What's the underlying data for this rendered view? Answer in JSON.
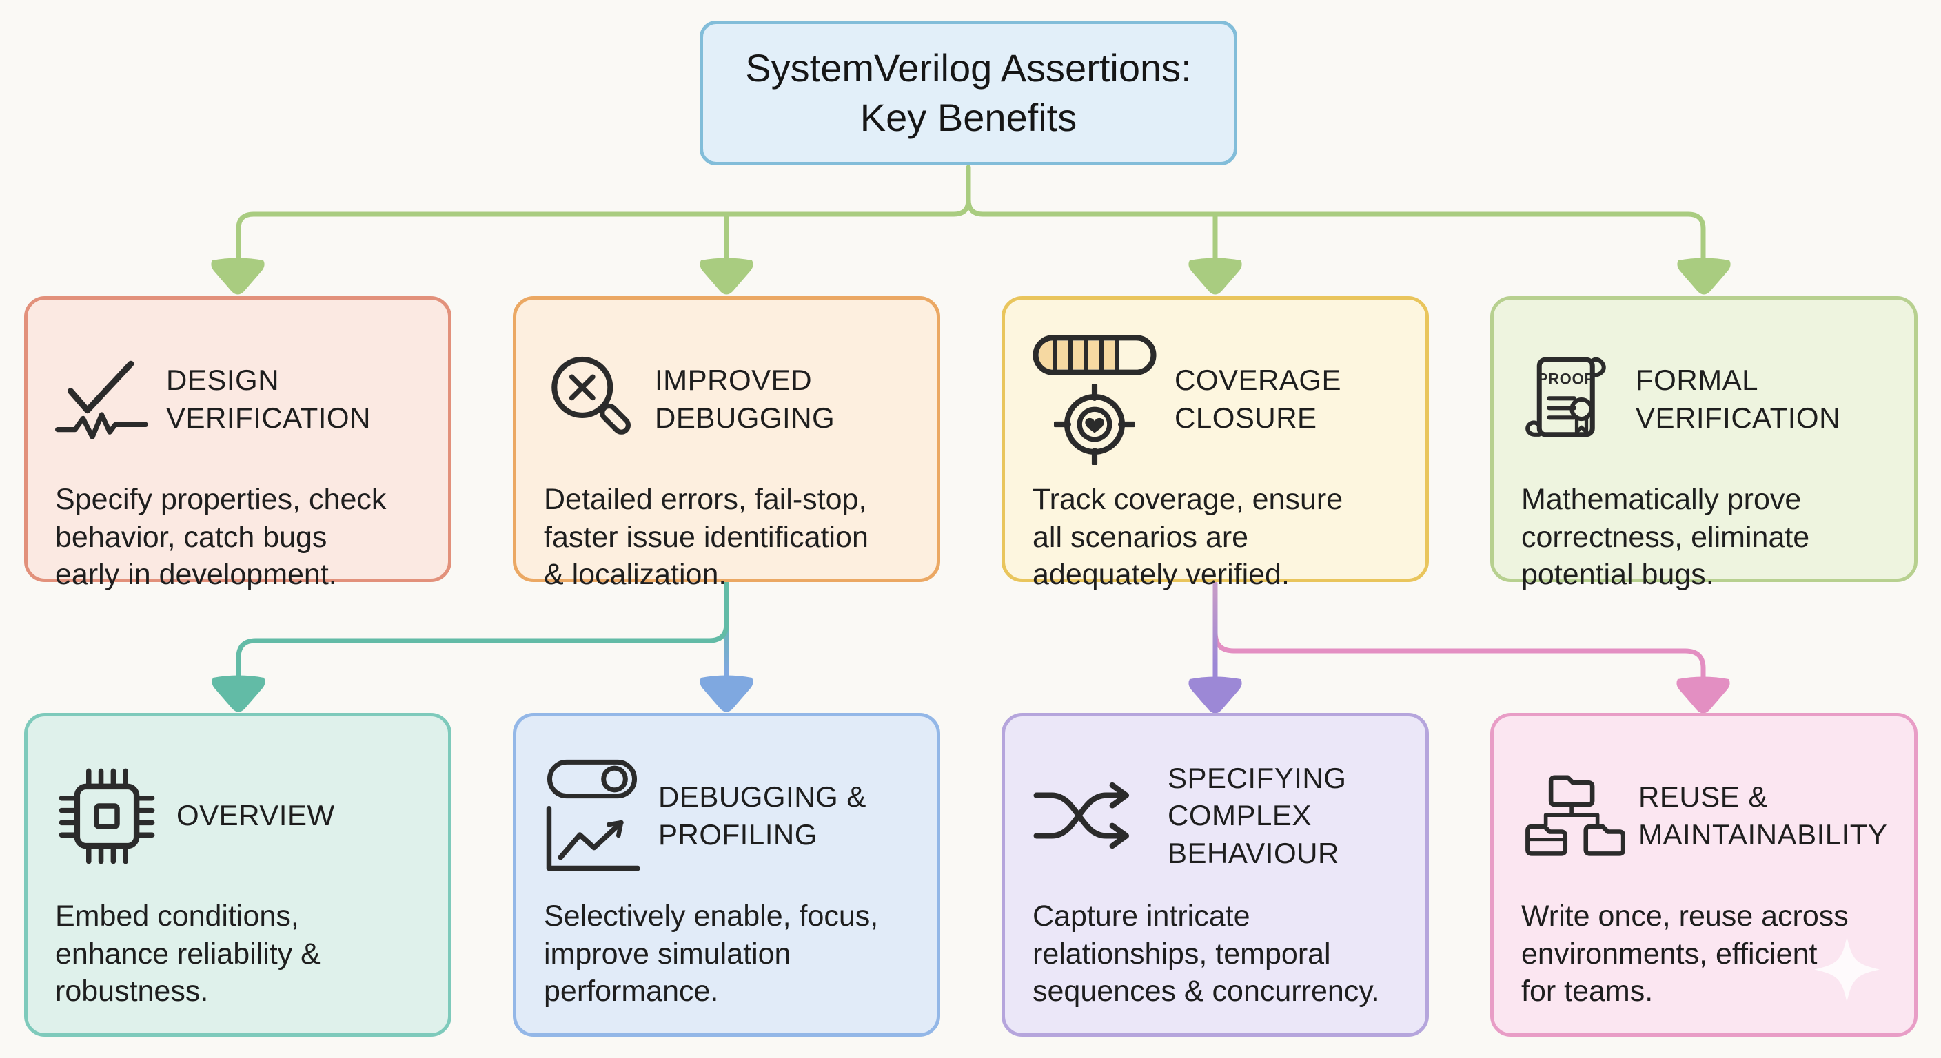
{
  "title": {
    "lines": [
      "SystemVerilog Assertions:",
      "Key Benefits"
    ]
  },
  "colors": {
    "background": "#faf9f5",
    "title_fill": "#e2eff9",
    "title_border": "#82bdd9",
    "connector_green": "#a9cc80",
    "connector_teal": "#62bba6",
    "connector_blue": "#7fa8e0",
    "connector_mauve": "#c49ac8",
    "connector_purple": "#9c88d6",
    "connector_pink": "#e38fc2",
    "progress_fill": "#f6d9a2",
    "sparkle": "#ffffff"
  },
  "proof_label": "PROOF",
  "boxes": [
    {
      "id": "design-verification",
      "icon": "check-pulse-icon",
      "fill": "#fbe9e2",
      "border": "#e2917b",
      "heading_lines": [
        "DESIGN",
        "VERIFICATION"
      ],
      "body_lines": [
        "Specify properties, check",
        "behavior, catch bugs",
        "early in development."
      ]
    },
    {
      "id": "improved-debugging",
      "icon": "magnifier-x-icon",
      "fill": "#fdefdf",
      "border": "#eba863",
      "heading_lines": [
        "IMPROVED",
        "DEBUGGING"
      ],
      "body_lines": [
        "Detailed errors, fail-stop,",
        "faster issue identification",
        "& localization."
      ]
    },
    {
      "id": "coverage-closure",
      "icon": "progress-bar-icon target-icon",
      "fill": "#fdf6df",
      "border": "#e9c55c",
      "heading_lines": [
        "COVERAGE",
        "CLOSURE"
      ],
      "body_lines": [
        "Track coverage, ensure",
        "all scenarios are",
        "adequately verified."
      ]
    },
    {
      "id": "formal-verification",
      "icon": "proof-scroll-icon",
      "fill": "#eef4df",
      "border": "#b7d08f",
      "heading_lines": [
        "FORMAL",
        "VERIFICATION"
      ],
      "body_lines": [
        "Mathematically prove",
        "correctness, eliminate",
        "potential bugs."
      ]
    },
    {
      "id": "overview",
      "icon": "chip-icon",
      "fill": "#dff1eb",
      "border": "#7ecabb",
      "heading_lines": [
        "OVERVIEW"
      ],
      "body_lines": [
        "Embed conditions,",
        "enhance reliability &",
        "robustness."
      ]
    },
    {
      "id": "debugging-profiling",
      "icon": "toggle-icon line-chart-icon",
      "fill": "#e1ebf8",
      "border": "#93b7e7",
      "heading_lines": [
        "DEBUGGING &",
        "PROFILING"
      ],
      "body_lines": [
        "Selectively enable, focus,",
        "improve simulation",
        "performance."
      ]
    },
    {
      "id": "specifying-complex-behaviour",
      "icon": "shuffle-icon",
      "fill": "#ebe7f8",
      "border": "#b5a5dc",
      "heading_lines": [
        "SPECIFYING",
        "COMPLEX",
        "BEHAVIOUR"
      ],
      "body_lines": [
        "Capture intricate",
        "relationships, temporal",
        "sequences & concurrency."
      ]
    },
    {
      "id": "reuse-maintainability",
      "icon": "folder-tree-icon",
      "fill": "#fbe6f1",
      "border": "#e89dc6",
      "heading_lines": [
        "REUSE &",
        "MAINTAINABILITY"
      ],
      "body_lines": [
        "Write once, reuse across",
        "environments, efficient",
        "for teams."
      ]
    }
  ]
}
